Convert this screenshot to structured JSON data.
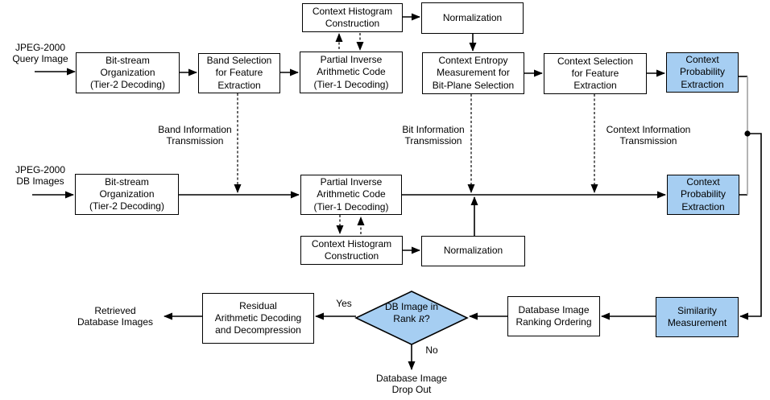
{
  "colors": {
    "highlight_fill": "#a6cef2",
    "box_fill": "#ffffff",
    "line": "#000000",
    "gray_line": "#ababab"
  },
  "inputs": {
    "query_image": "JPEG-2000\nQuery Image",
    "db_images": "JPEG-2000\nDB Images"
  },
  "outputs": {
    "retrieved": "Retrieved\nDatabase Images",
    "drop_out": "Database Image\nDrop Out"
  },
  "query_path": {
    "context_histogram": "Context Histogram\nConstruction",
    "normalization": "Normalization",
    "bitstream_organization": "Bit-stream\nOrganization\n(Tier-2 Decoding)",
    "band_selection": "Band Selection\nfor Feature\nExtraction",
    "partial_inverse": "Partial Inverse\nArithmetic Code\n(Tier-1 Decoding)",
    "context_entropy": "Context Entropy\nMeasurement for\nBit-Plane Selection",
    "context_selection": "Context Selection\nfor Feature\nExtraction",
    "context_probability": "Context\nProbability\nExtraction"
  },
  "db_path": {
    "bitstream_organization": "Bit-stream\nOrganization\n(Tier-2 Decoding)",
    "partial_inverse": "Partial Inverse\nArithmetic Code\n(Tier-1 Decoding)",
    "context_histogram": "Context Histogram\nConstruction",
    "normalization": "Normalization",
    "context_probability": "Context\nProbability\nExtraction"
  },
  "retrieval": {
    "similarity": "Similarity\nMeasurement",
    "ranking": "Database Image\nRanking Ordering",
    "residual": "Residual\nArithmetic Decoding\nand Decompression",
    "decision": {
      "line1": "DB Image in",
      "rank_prefix": "Rank ",
      "rank_var": "R",
      "rank_suffix": "?"
    },
    "yes": "Yes",
    "no": "No"
  },
  "transmissions": {
    "band": "Band Information\nTransmission",
    "bit": "Bit Information\nTransmission",
    "context": "Context Information\nTransmission"
  }
}
